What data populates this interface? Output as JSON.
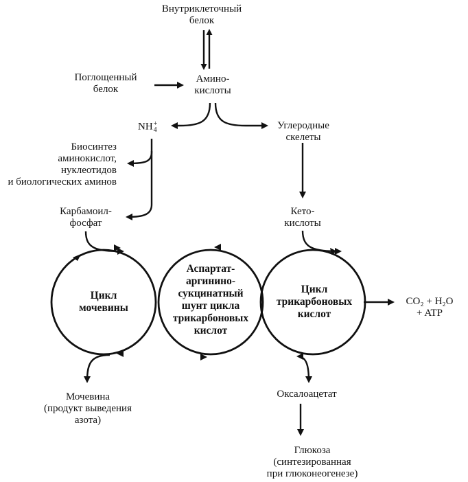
{
  "nodes": {
    "intracellular_protein": "Внутриклеточный\nбелок",
    "absorbed_protein": "Поглощенный\nбелок",
    "amino_acids": "Амино-\nкислоты",
    "nh4_base": "NH",
    "nh4_sub": "4",
    "nh4_sup": "+",
    "carbon_skeletons": "Углеродные\nскелеты",
    "biosynthesis": "Биосинтез\nаминокислот,\nнуклеотидов\nи биологических аминов",
    "carbamoyl_phosphate": "Карбамоил-\nфосфат",
    "keto_acids": "Кето-\nкислоты",
    "urea_cycle": "Цикл\nмочевины",
    "aspartate_shunt": "Аспартат-\nаргинино-\nсукцинатный\nшунт цикла\nтрикарбоновых\nкислот",
    "tca_cycle": "Цикл\nтрикарбоновых\nкислот",
    "co2_h2o_atp": "CO₂ + H₂O\n+ ATP",
    "urea": "Мочевина\n(продукт выведения\nазота)",
    "oxaloacetate": "Оксалоацетат",
    "glucose": "Глюкоза\n(синтезированная\nпри глюконеогенезе)"
  },
  "colors": {
    "ink": "#111111",
    "background": "#ffffff"
  }
}
